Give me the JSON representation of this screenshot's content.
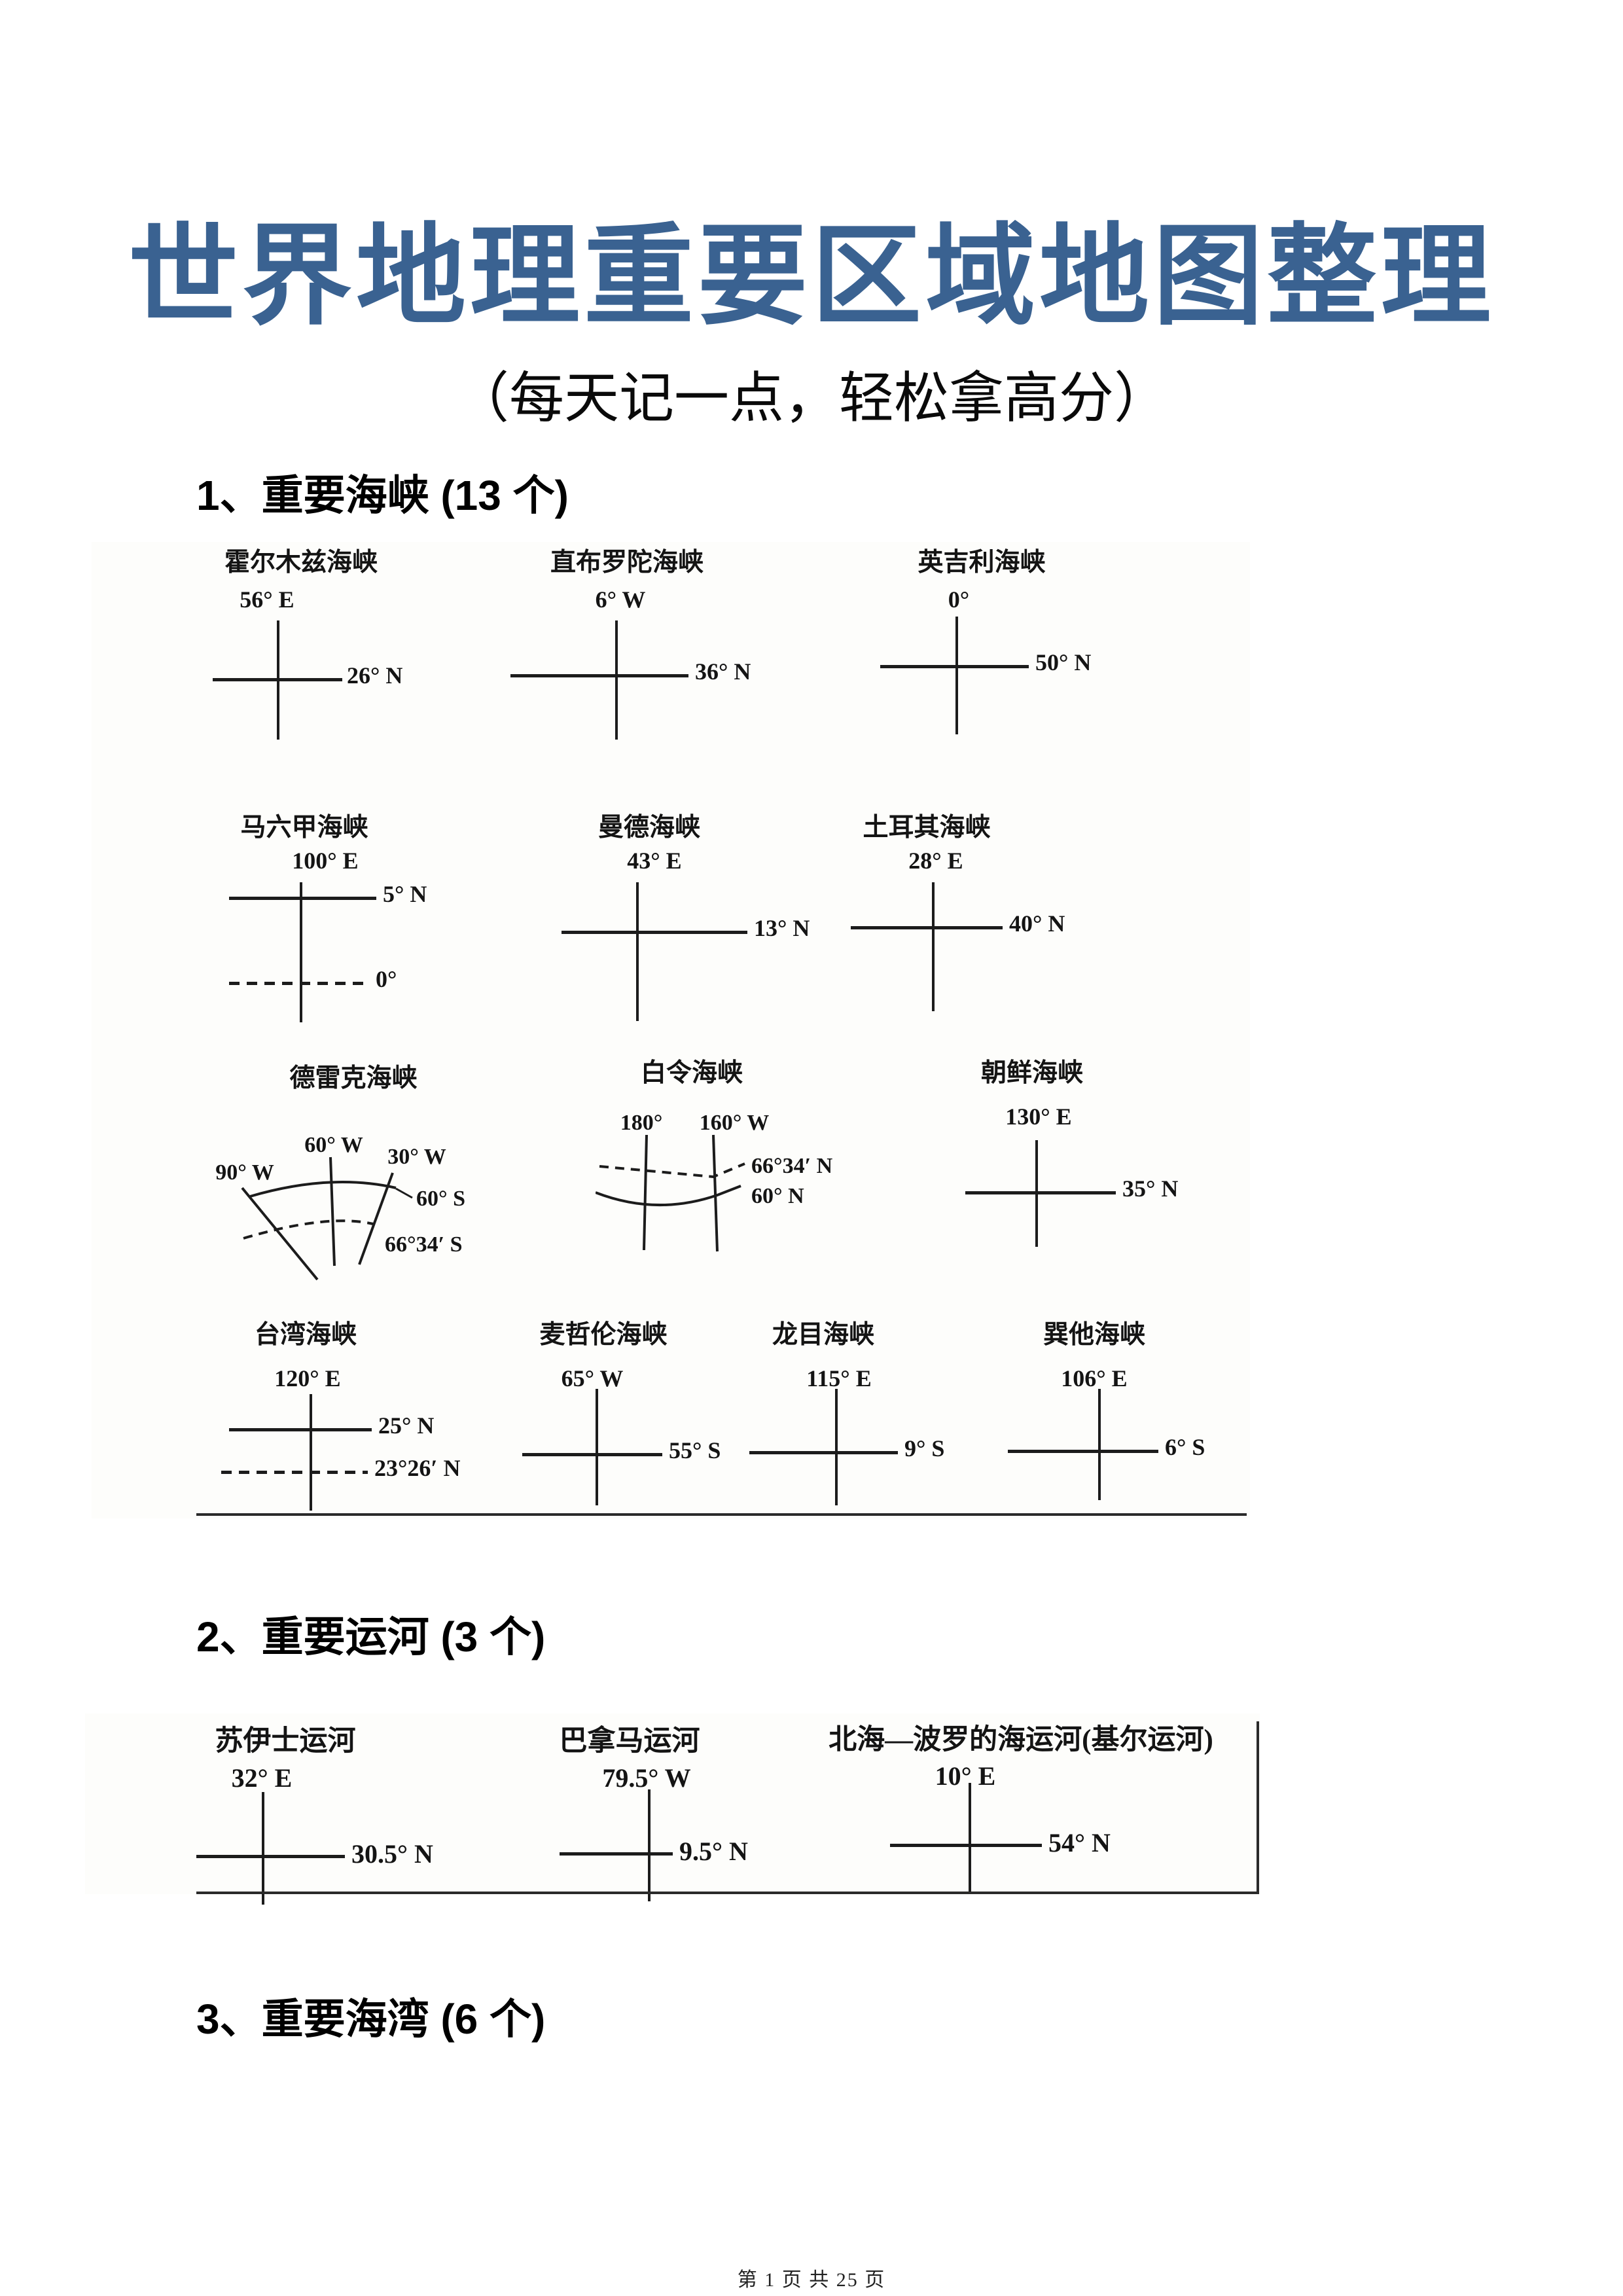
{
  "page": {
    "title": "世界地理重要区域地图整理",
    "subtitle": "（每天记一点，轻松拿高分）",
    "footer": "第 1 页 共 25 页",
    "title_color": "#3a6291"
  },
  "headings": {
    "straits": "1、重要海峡 (13 个)",
    "canals": "2、重要运河 (3 个)",
    "gulfs": "3、重要海湾 (6 个)"
  },
  "straits": {
    "hormuz": {
      "name": "霍尔木兹海峡",
      "lon": "56° E",
      "lat": "26° N"
    },
    "gibraltar": {
      "name": "直布罗陀海峡",
      "lon": "6° W",
      "lat": "36° N"
    },
    "english": {
      "name": "英吉利海峡",
      "lon": "0°",
      "lat": "50° N"
    },
    "malacca": {
      "name": "马六甲海峡",
      "lon": "100° E",
      "lat1": "5° N",
      "lat2": "0°"
    },
    "mandeb": {
      "name": "曼德海峡",
      "lon": "43° E",
      "lat": "13° N"
    },
    "turkish": {
      "name": "土耳其海峡",
      "lon": "28° E",
      "lat": "40° N"
    },
    "drake": {
      "name": "德雷克海峡",
      "lon1": "90° W",
      "lon2": "60° W",
      "lon3": "30° W",
      "lat1": "60° S",
      "lat2": "66°34′ S"
    },
    "bering": {
      "name": "白令海峡",
      "lon1": "180°",
      "lon2": "160° W",
      "lat1": "66°34′ N",
      "lat2": "60° N"
    },
    "korea": {
      "name": "朝鲜海峡",
      "lon": "130° E",
      "lat": "35° N"
    },
    "taiwan": {
      "name": "台湾海峡",
      "lon": "120° E",
      "lat1": "25° N",
      "lat2": "23°26′ N"
    },
    "magellan": {
      "name": "麦哲伦海峡",
      "lon": "65° W",
      "lat": "55° S"
    },
    "lombok": {
      "name": "龙目海峡",
      "lon": "115° E",
      "lat": "9° S"
    },
    "sunda": {
      "name": "巽他海峡",
      "lon": "106° E",
      "lat": "6° S"
    }
  },
  "canals": {
    "suez": {
      "name": "苏伊士运河",
      "lon": "32° E",
      "lat": "30.5° N"
    },
    "panama": {
      "name": "巴拿马运河",
      "lon": "79.5° W",
      "lat": "9.5° N"
    },
    "kiel": {
      "name": "北海—波罗的海运河(基尔运河)",
      "lon": "10° E",
      "lat": "54° N"
    }
  }
}
